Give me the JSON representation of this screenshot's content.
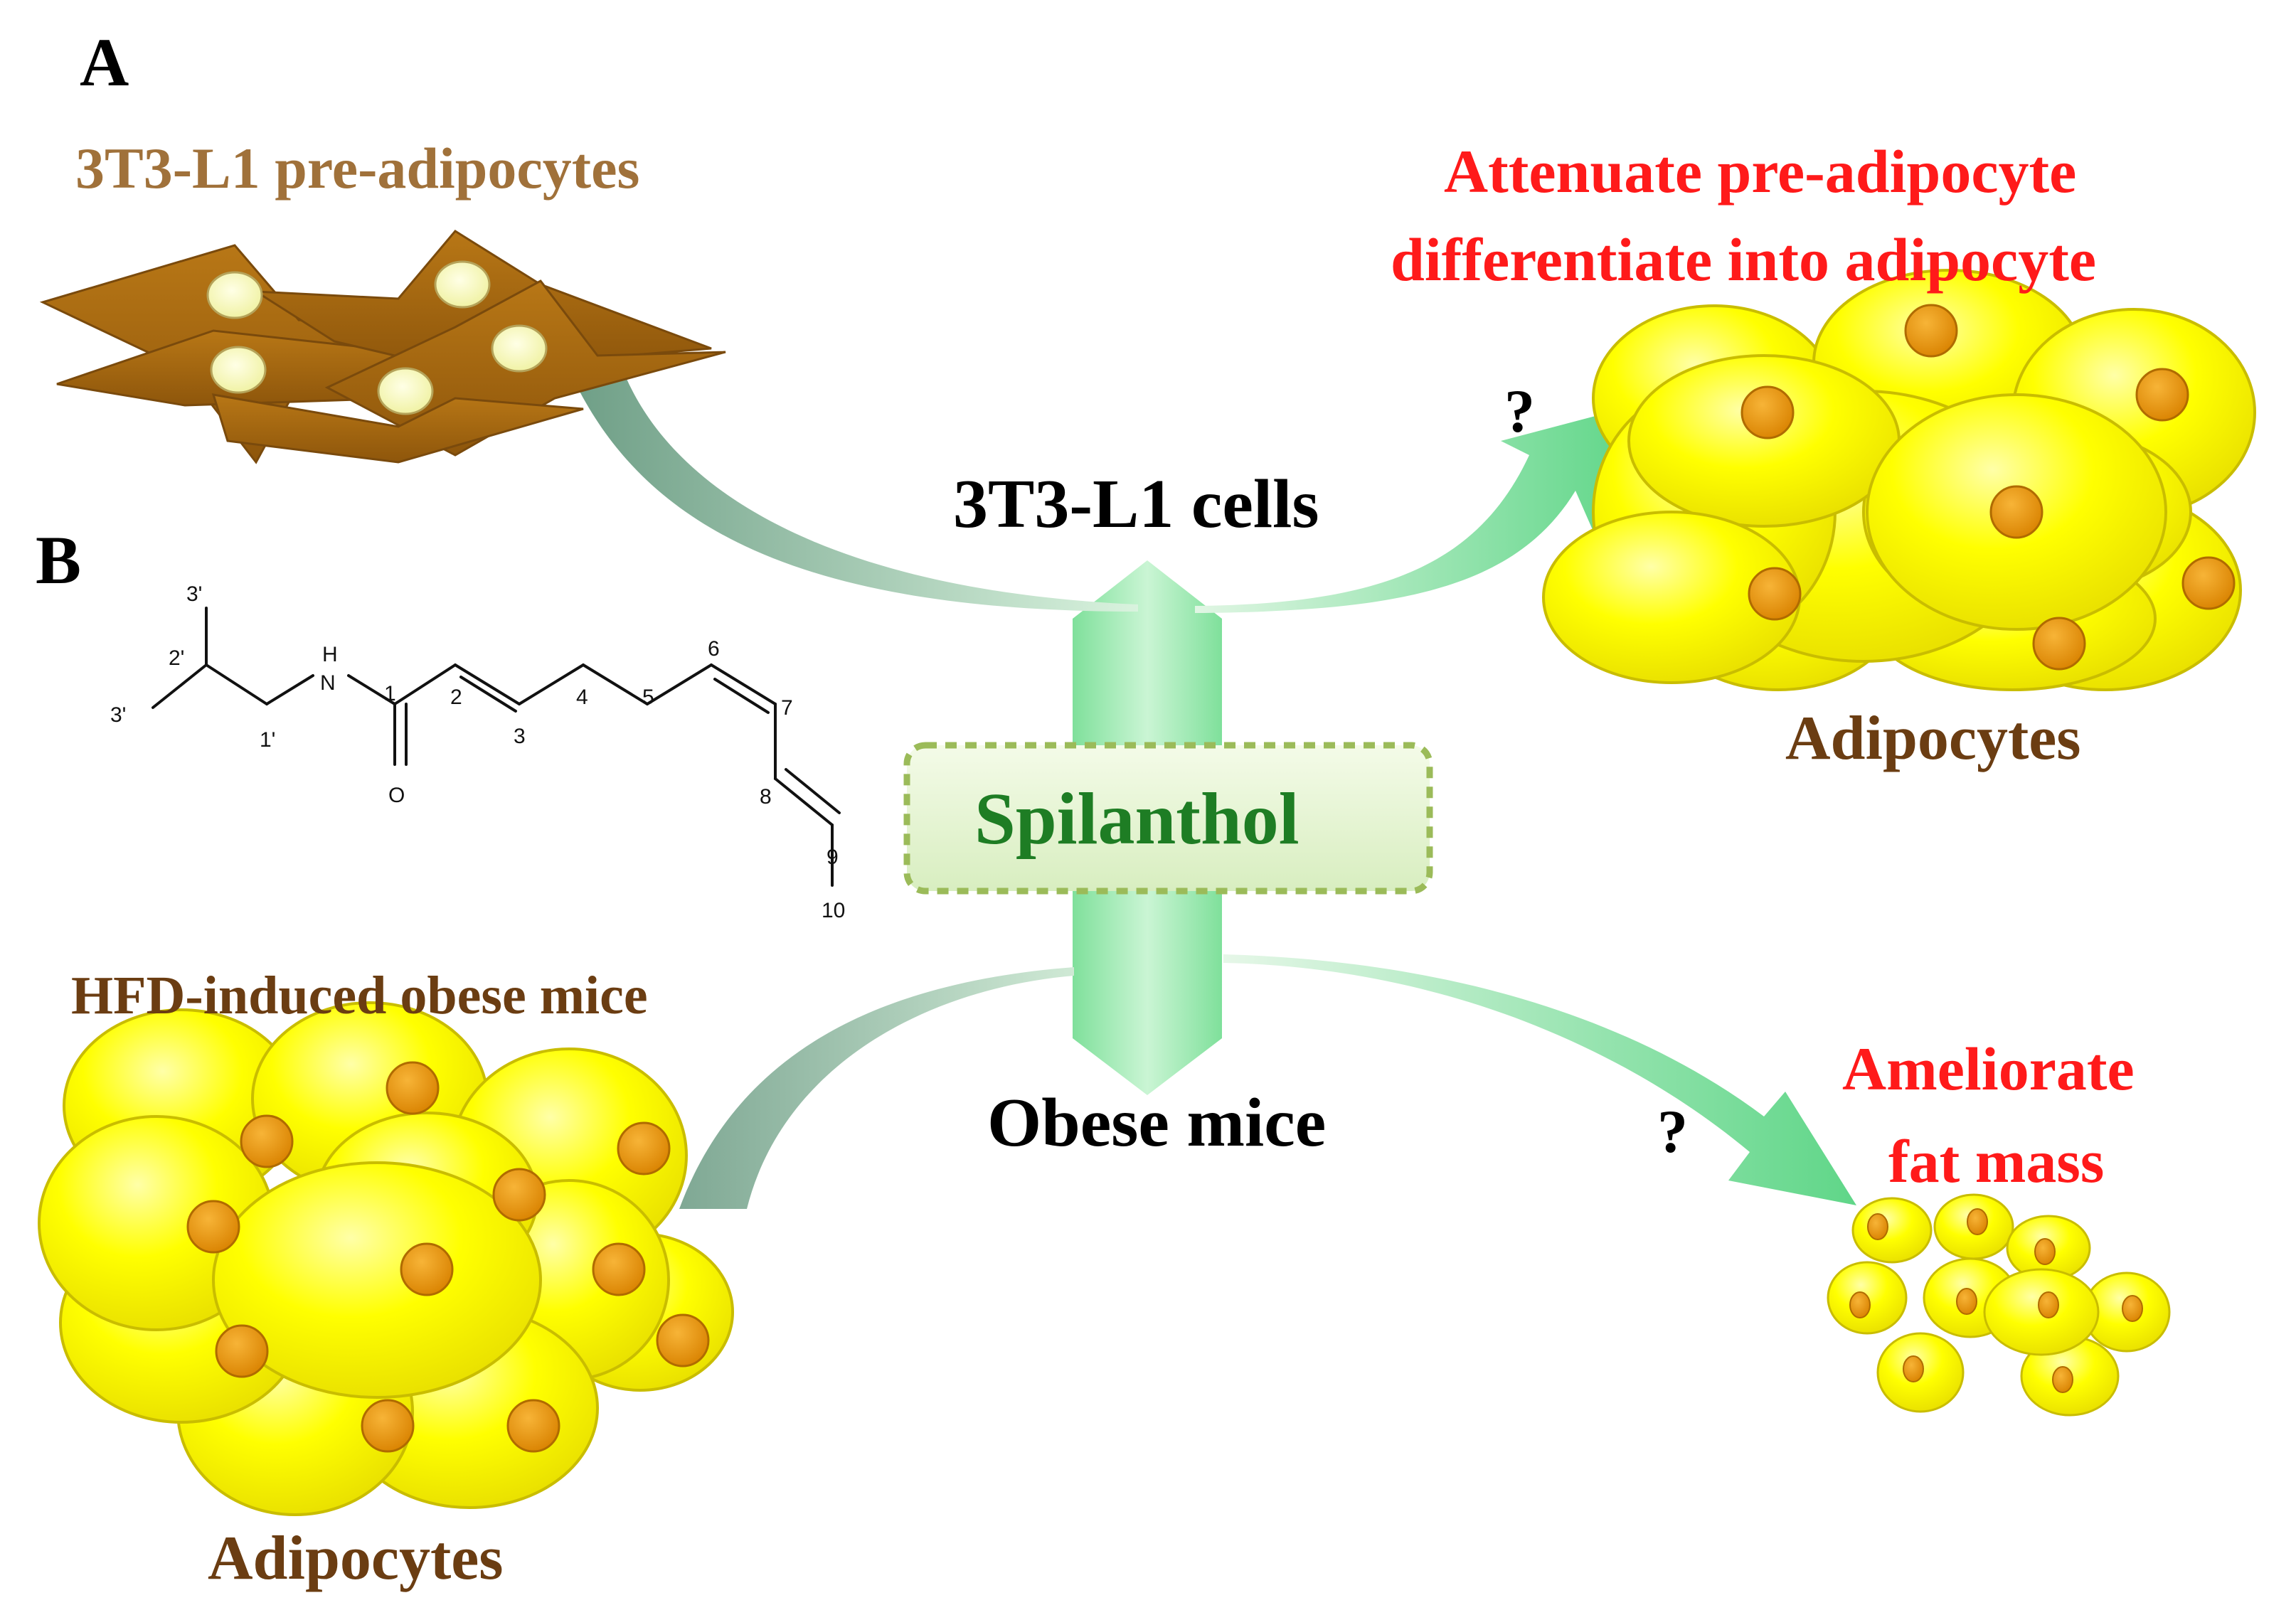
{
  "panels": {
    "a": "A",
    "b": "B"
  },
  "labels": {
    "preadipocytes": "3T3-L1 pre-adipocytes",
    "outcome_a_line1": "Attenuate pre-adipocyte",
    "outcome_a_line2": "differentiate into adipocyte",
    "model_a": "3T3-L1 cells",
    "adipocytes_a": "Adipocytes",
    "compound": "Spilanthol",
    "model_b": "Obese mice",
    "hfd_mice": "HFD-induced obese mice",
    "adipocytes_b": "Adipocytes",
    "outcome_b_line1": "Ameliorate",
    "outcome_b_line2": "fat mass",
    "question_a": "?",
    "question_b": "?"
  },
  "structure_labels": {
    "c3p_top": "3'",
    "c2p": "2'",
    "c3p_left": "3'",
    "n": "N",
    "h": "H",
    "c1p": "1'",
    "c1": "1",
    "o": "O",
    "c2": "2",
    "c3": "3",
    "c4": "4",
    "c5": "5",
    "c6": "6",
    "c7": "7",
    "c8": "8",
    "c9": "9",
    "c10": "10"
  },
  "colors": {
    "adipocyte_fill": "#ffff00",
    "nucleus": "#e89a10",
    "preadipocyte": "#a9690f",
    "arrow_green": "#66dd8a",
    "compound_text": "#1e7d24",
    "outcome_red": "#ff1a1a",
    "label_brown": "#6b3d12"
  }
}
